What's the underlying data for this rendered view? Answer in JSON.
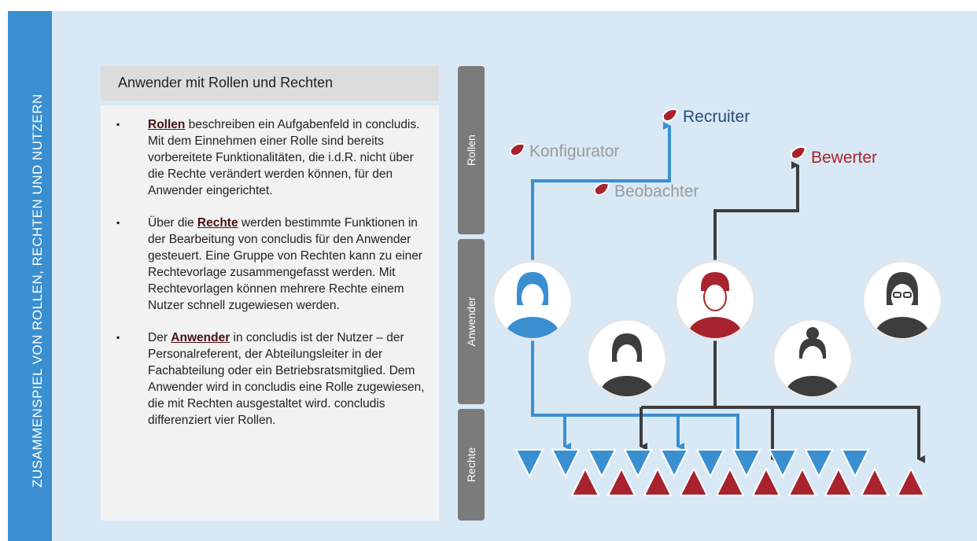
{
  "sidebar_title": "ZUSAMMENSPIEL VON ROLLEN, RECHTEN UND NUTZERN",
  "panel": {
    "heading": "Anwender  mit Rollen und Rechten",
    "bullet_mark": "▪",
    "items": [
      {
        "keyword": "Rollen",
        "text": " beschreiben ein Aufgabenfeld in concludis.  Mit dem Einnehmen einer Rolle sind  bereits vorbereitete Funktionalitäten,  die i.d.R. nicht  über die Rechte verändert werden können, für den Anwender eingerichtet."
      },
      {
        "prefix": "Über die ",
        "keyword": "Rechte",
        "text": " werden bestimmte Funktionen in der Bearbeitung von concludis für den Anwender gesteuert. Eine Gruppe von Rechten kann zu einer Rechtevorlage zusammengefasst werden. Mit Rechtevorlagen können mehrere Rechte einem Nutzer schnell zugewiesen werden."
      },
      {
        "prefix": "Der ",
        "keyword": "Anwender",
        "text": " in concludis  ist der Nutzer – der Personalreferent, der Abteilungsleiter in der Fachabteilung oder ein Betriebsratsmitglied. Dem Anwender wird in concludis  eine Rolle zugewiesen, die mit Rechten ausgestaltet wird. concludis differenziert vier Rollen."
      }
    ]
  },
  "tabs": {
    "roles": "Rollen",
    "users": "Anwender",
    "rights": "Rechte"
  },
  "roles": {
    "recruiter": "Recruiter",
    "konfigurator": "Konfigurator",
    "beobachter": "Beobachter",
    "bewerter": "Bewerter"
  },
  "colors": {
    "blue": "#3a8fd1",
    "dark": "#3d3d3d",
    "red": "#a8232d",
    "grey_label": "#9a9a9a",
    "recruiter_label": "#2a4b7c"
  },
  "icons": {
    "role_marker": "leaf-marker-icon",
    "user": "user-avatar-icon",
    "right_down": "triangle-down-icon",
    "right_up": "triangle-up-icon"
  }
}
